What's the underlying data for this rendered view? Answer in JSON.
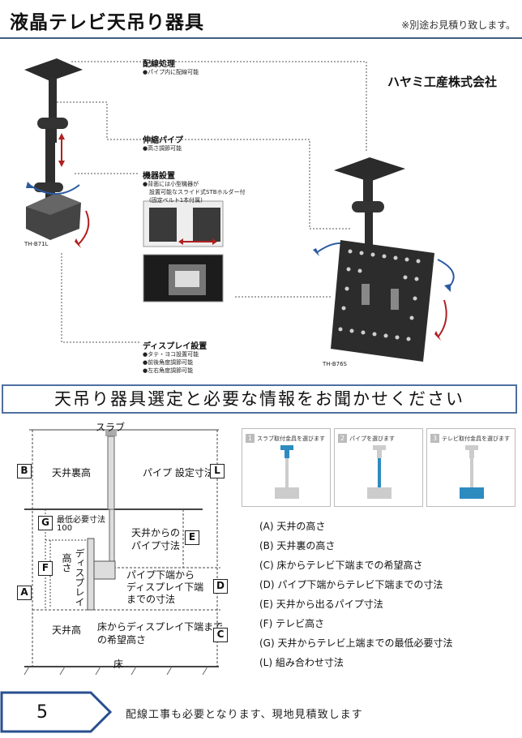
{
  "header": {
    "title": "液晶テレビ天吊り器具",
    "note": "※別途お見積り致します。"
  },
  "company": "ハヤミ工産株式会社",
  "top_diagram": {
    "labels": {
      "wiring_title": "配線処理",
      "wiring_sub": "●パイプ内に配線可能",
      "pipe_title": "伸縮パイプ",
      "pipe_sub": "●高さ調節可能",
      "device_title": "機器設置",
      "device_sub1": "●背面には小型機器が",
      "device_sub2": "設置可能なスライド式STBホルダー付",
      "device_sub3": "(固定ベルト1本付属)",
      "display_title": "ディスプレイ設置",
      "display_sub1": "●タテ・ヨコ設置可能",
      "display_sub2": "●前後角度調節可能",
      "display_sub3": "●左右角度調節可能",
      "model_left": "TH-B71L",
      "model_right": "TH-B76S"
    }
  },
  "banner": "天吊り器具選定と必要な情報をお聞かせください",
  "dimension_diagram": {
    "slab": "スラブ",
    "ceiling_back_height": "天井裏高",
    "pipe_setting": "パイプ 設定寸法",
    "min_required_1": "最低必要寸法",
    "min_required_2": "100",
    "from_ceiling_1": "天井からの",
    "from_ceiling_2": "パイプ寸法",
    "height": "高さ",
    "display": "ディスプレイ",
    "pipe_bottom_1": "パイプ下端から",
    "pipe_bottom_2": "ディスプレイ下端",
    "pipe_bottom_3": "までの寸法",
    "ceiling_height": "天井高",
    "floor_to_1": "床からディスプレイ下端まで",
    "floor_to_2": "の希望高さ",
    "floor": "床",
    "letters": {
      "A": "A",
      "B": "B",
      "C": "C",
      "D": "D",
      "E": "E",
      "F": "F",
      "G": "G",
      "L": "L"
    }
  },
  "steps": [
    {
      "num": "1",
      "label": "スラブ取付金具を選びます"
    },
    {
      "num": "2",
      "label": "パイプを選びます"
    },
    {
      "num": "3",
      "label": "テレビ取付金具を選びます"
    }
  ],
  "legend": [
    "(A) 天井の高さ",
    "(B) 天井裏の高さ",
    "(C) 床からテレビ下端までの希望高さ",
    "(D) パイプ下端からテレビ下端までの寸法",
    "(E) 天井から出るパイプ寸法",
    "(F) テレビ高さ",
    "(G) 天井からテレビ上端までの最低必要寸法",
    "(L) 組み合わせ寸法"
  ],
  "footer": {
    "page_number": "5",
    "text": "配線工事も必要となります、現地見積致します"
  },
  "colors": {
    "accent": "#3f5f7f",
    "step_blue": "#2d8bc0",
    "arrow_red": "#b02020",
    "arrow_blue": "#2a5aa0"
  }
}
